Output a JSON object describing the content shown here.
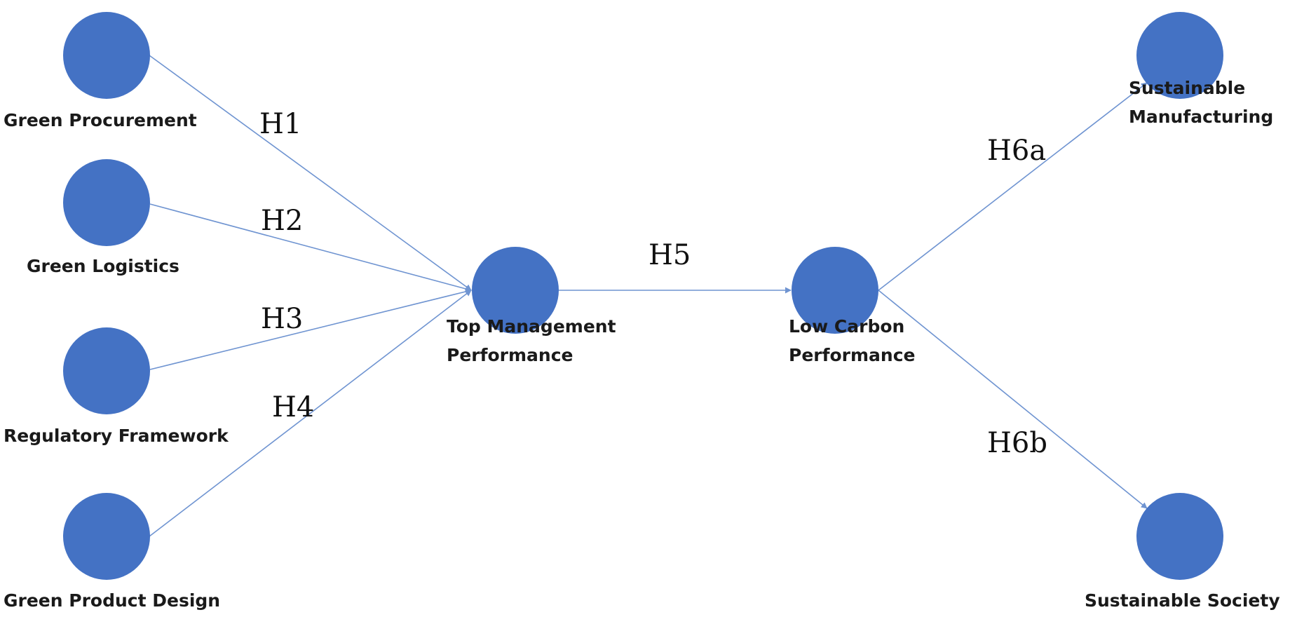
{
  "colors": {
    "node_fill": "#4472C4",
    "edge_stroke": "#6F94D1",
    "text": "#1a1a1a"
  },
  "nodes": [
    {
      "id": "green-procurement",
      "lines": [
        "Green Procurement"
      ]
    },
    {
      "id": "green-logistics",
      "lines": [
        "Green Logistics"
      ]
    },
    {
      "id": "regulatory-framework",
      "lines": [
        "Regulatory Framework"
      ]
    },
    {
      "id": "green-product-design",
      "lines": [
        "Green Product Design"
      ]
    },
    {
      "id": "top-management-performance",
      "lines": [
        "Top Management",
        "Performance"
      ]
    },
    {
      "id": "low-carbon-performance",
      "lines": [
        "Low Carbon",
        "Performance"
      ]
    },
    {
      "id": "sustainable-manufacturing",
      "lines": [
        "Sustainable",
        "Manufacturing"
      ]
    },
    {
      "id": "sustainable-society",
      "lines": [
        "Sustainable Society"
      ]
    }
  ],
  "edges": [
    {
      "id": "h1",
      "label": "H1",
      "from": "green-procurement",
      "to": "top-management-performance"
    },
    {
      "id": "h2",
      "label": "H2",
      "from": "green-logistics",
      "to": "top-management-performance"
    },
    {
      "id": "h3",
      "label": "H3",
      "from": "regulatory-framework",
      "to": "top-management-performance"
    },
    {
      "id": "h4",
      "label": "H4",
      "from": "green-product-design",
      "to": "top-management-performance"
    },
    {
      "id": "h5",
      "label": "H5",
      "from": "top-management-performance",
      "to": "low-carbon-performance"
    },
    {
      "id": "h6a",
      "label": "H6a",
      "from": "low-carbon-performance",
      "to": "sustainable-manufacturing"
    },
    {
      "id": "h6b",
      "label": "H6b",
      "from": "low-carbon-performance",
      "to": "sustainable-society"
    }
  ]
}
